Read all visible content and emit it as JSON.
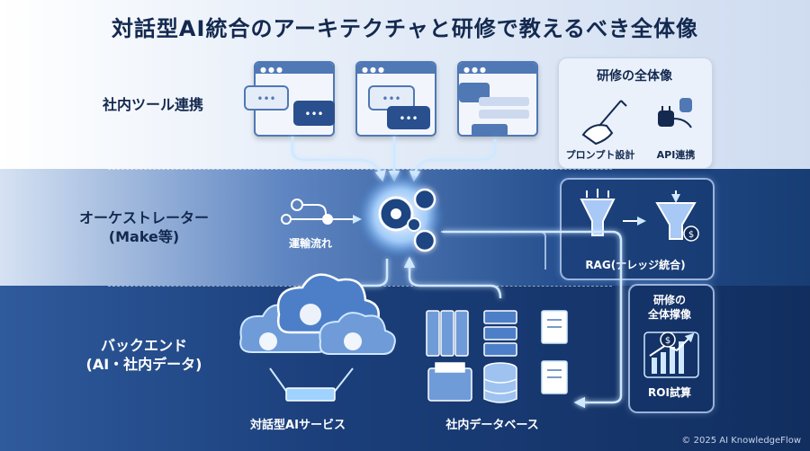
{
  "title": "対話型AI統合のアーキテクチャと研修で教えるべき全体像",
  "rows": {
    "tools": "社内ツール連携",
    "orchestrator_line1": "オーケストレーター",
    "orchestrator_line2": "(Make等)",
    "backend_line1": "バックエンド",
    "backend_line2": "(AI・社内データ)"
  },
  "flow_label": "運輸流れ",
  "training_panel": {
    "title": "研修の全体像",
    "items": [
      "プロンプト設計",
      "API連携"
    ]
  },
  "rag_label": "RAG(ナレッジ統合)",
  "roi_panel": {
    "title_line1": "研修の",
    "title_line2": "全体撑像",
    "label": "ROI試算"
  },
  "ai_service_label": "対話型AIサービス",
  "data_label": "社内データベース",
  "footer": "© 2025 AI KnowledgeFlow",
  "colors": {
    "accent": "#4f78b5",
    "dark": "#13294f",
    "glow": "#9fd2ff"
  }
}
